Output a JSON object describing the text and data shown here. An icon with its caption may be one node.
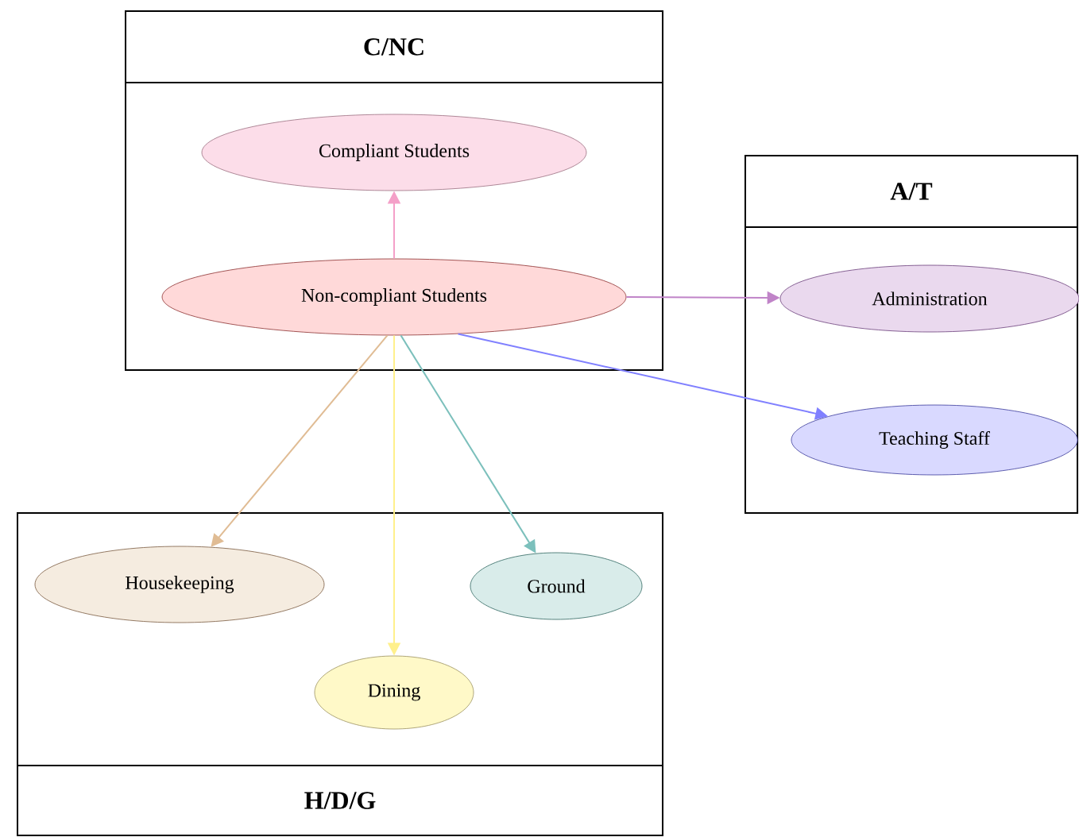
{
  "diagram": {
    "nodes": [
      {
        "text": [
          "C/NC"
        ]
      },
      {
        "text": [
          "Compliant Students"
        ],
        "in": 0
      },
      {
        "text": [
          "Non-compliant Students"
        ],
        "in": 0
      },
      {
        "text": [
          "A/T"
        ]
      },
      {
        "text": [
          "Administration"
        ],
        "in": 3
      },
      {
        "text": [
          "Teaching Staff"
        ],
        "in": 3
      },
      {
        "text": [
          "H/D/G"
        ]
      },
      {
        "text": [
          "Housekeeping"
        ],
        "in": 6
      },
      {
        "text": [
          "Ground"
        ],
        "in": 6
      },
      {
        "text": [
          "Dining"
        ],
        "in": 6
      }
    ],
    "edges": [
      {
        "from": 2,
        "to": 1,
        "arrow": "to",
        "color": "#f4a0c8"
      },
      {
        "from": 2,
        "to": 4,
        "arrow": "to",
        "color": "#c084c8"
      },
      {
        "from": 2,
        "to": 5,
        "arrow": "to",
        "color": "#8080ff"
      },
      {
        "from": 2,
        "to": 7,
        "arrow": "to",
        "color": "#e0bc94"
      },
      {
        "from": 2,
        "to": 9,
        "arrow": "to",
        "color": "#fff08c"
      },
      {
        "from": 2,
        "to": 8,
        "arrow": "to",
        "color": "#7cc0bc"
      }
    ]
  }
}
